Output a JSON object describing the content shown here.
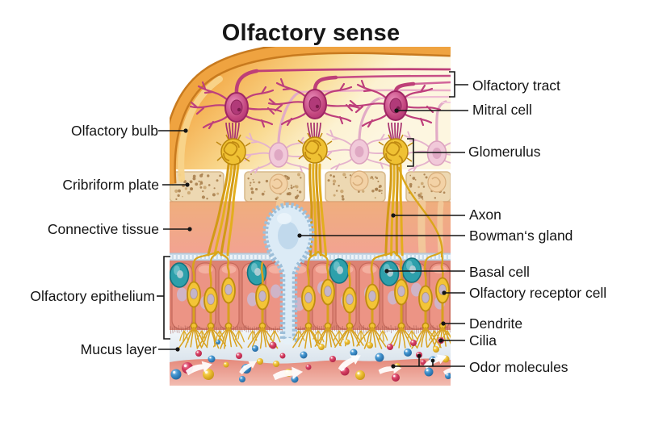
{
  "title": "Olfactory sense",
  "labels": {
    "left": [
      {
        "text": "Olfactory bulb"
      },
      {
        "text": "Cribriform plate"
      },
      {
        "text": "Connective tissue"
      },
      {
        "text": "Olfactory epithelium"
      },
      {
        "text": "Mucus layer"
      }
    ],
    "right": [
      {
        "text": "Olfactory tract"
      },
      {
        "text": "Mitral cell"
      },
      {
        "text": "Glomerulus"
      },
      {
        "text": "Axon"
      },
      {
        "text": "Bowman‘s gland"
      },
      {
        "text": "Basal cell"
      },
      {
        "text": "Olfactory receptor cell"
      },
      {
        "text": "Dendrite"
      },
      {
        "text": "Cilia"
      },
      {
        "text": "Odor molecules"
      }
    ]
  },
  "palette": {
    "bulb_orange": "#EFA340",
    "bulb_rim": "#C87A1E",
    "bulb_highlight": "#F8D48B",
    "mitral_magenta": "#BE3F78",
    "glomerulus_gold": "#EFC133",
    "axon_gold": "#E3AE1E",
    "bone_tan": "#EDD8B2",
    "connective_pink": "#F2A392",
    "gland_blue": "#DCEBF6",
    "epithelium_salmon": "#EC9485",
    "basal_teal": "#2EA0AB",
    "receptor_yellow": "#F3C437",
    "mucus_blue": "#D8E2EB",
    "cavity_pink": "#E5897B",
    "molecule_red": "#D84064",
    "molecule_blue": "#3F92CE",
    "molecule_yellow": "#EFC235",
    "label_color": "#151515"
  }
}
